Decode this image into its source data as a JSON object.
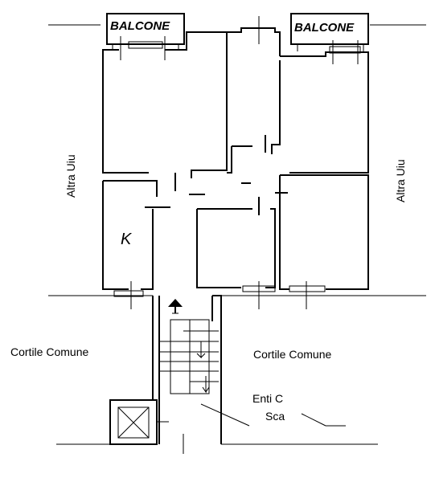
{
  "labels": {
    "balcony_left": "BALCONE",
    "balcony_right": "BALCONE",
    "adjacent_left": "Altra Uiu",
    "adjacent_right": "Altra Uiu",
    "kitchen": "K",
    "courtyard_left": "Cortile Comune",
    "courtyard_right": "Cortile Comune",
    "common_area_line1": "Enti C",
    "common_area_line2": "Sca"
  },
  "colors": {
    "line": "#000000",
    "background": "#ffffff"
  },
  "icons": {
    "stair_direction": "up-arrow-icon",
    "elevator": "elevator-cross-icon"
  }
}
